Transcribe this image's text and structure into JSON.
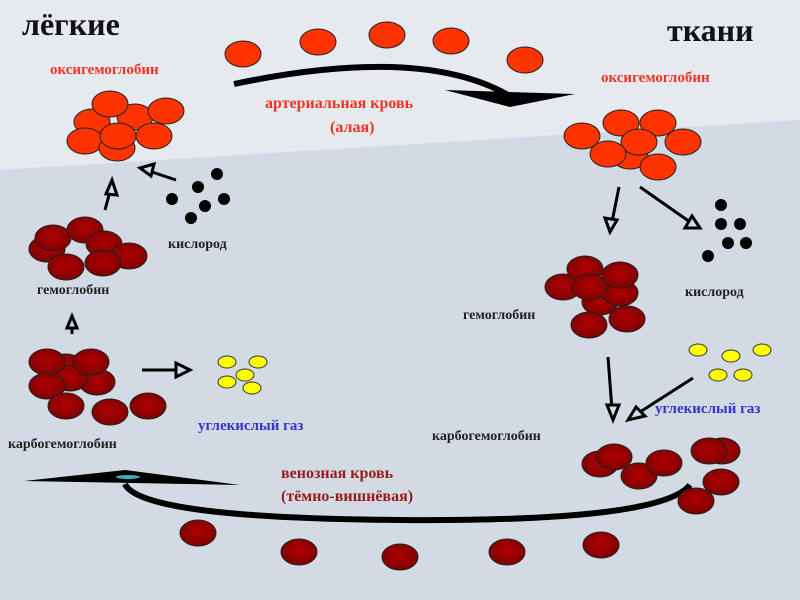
{
  "titles": {
    "lungs": "лёгкие",
    "tissues": "ткани"
  },
  "labels": {
    "oxyhemoglobin_left": "оксигемоглобин",
    "oxyhemoglobin_right": "оксигемоглобин",
    "arterial_line1": "артериальная кровь",
    "arterial_line2": "(алая)",
    "oxygen_left": "кислород",
    "oxygen_right": "кислород",
    "hemoglobin_left": "гемоглобин",
    "hemoglobin_right": "гемоглобин",
    "co2_left": "углекислый газ",
    "co2_right": "углекислый газ",
    "carbohemoglobin_left": "карбогемоглобин",
    "carbohemoglobin_right": "карбогемоглобин",
    "venous_line1": "венозная кровь",
    "venous_line2": "(тёмно-вишнёвая)"
  },
  "colors": {
    "oxy_cell": "#ff3300",
    "deoxy_cell": "#990000",
    "oxygen": "#000000",
    "co2": "#ffff00",
    "bg_top": "#e8ebee",
    "bg_bottom": "#d2dbe3"
  }
}
